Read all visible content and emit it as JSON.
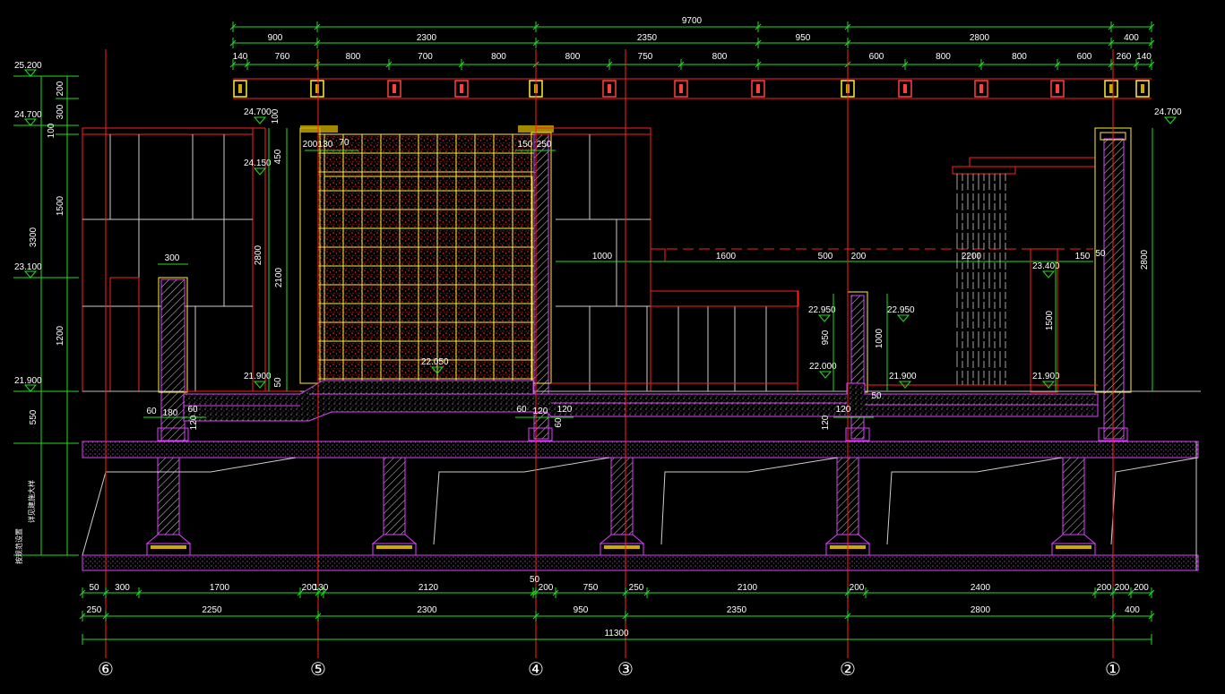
{
  "colors": {
    "background": "#000000",
    "dimension": "#22dd22",
    "outline": "#ff2020",
    "finish": "#ffee33",
    "structure": "#e040ff",
    "text": "#ffffff"
  },
  "top_dims": {
    "overall": "9700",
    "row1": [
      "900",
      "2300",
      "2350",
      "950",
      "2800",
      "400"
    ],
    "row2": [
      "140",
      "760",
      "800",
      "700",
      "800",
      "800",
      "750",
      "800",
      "600",
      "800",
      "800",
      "600",
      "260",
      "140"
    ]
  },
  "bottom_dims": {
    "row1": [
      "50",
      "300",
      "1700",
      "200",
      "130",
      "2120",
      "50",
      "200",
      "750",
      "250",
      "2100",
      "200",
      "2400",
      "200",
      "200",
      "200"
    ],
    "row2": [
      "250",
      "2250",
      "2300",
      "950",
      "2350",
      "2800",
      "400"
    ],
    "overall": "11300"
  },
  "grid_labels": [
    "⑥",
    "⑤",
    "④",
    "③",
    "②",
    "①"
  ],
  "left_levels": [
    "25.200",
    "24.700",
    "23.100",
    "21.900"
  ],
  "left_dims": [
    "200",
    "300",
    "100",
    "3300",
    "1500",
    "1200",
    "550"
  ],
  "left_notes": [
    "详见建施大样",
    "按规范设置"
  ],
  "elevations": [
    "24.700",
    "24.150",
    "21.900",
    "22.050",
    "22.950",
    "22.000",
    "22.950",
    "21.900",
    "23.400",
    "21.900",
    "24.700"
  ],
  "inner_dims": [
    "300",
    "100",
    "450",
    "2800",
    "2100",
    "50",
    "200",
    "130",
    "70",
    "150",
    "250",
    "1000",
    "1600",
    "500",
    "200",
    "2200",
    "150",
    "50",
    "2800",
    "950",
    "1000",
    "1500",
    "60",
    "180",
    "60",
    "120",
    "60",
    "120",
    "60",
    "120",
    "120",
    "120",
    "50"
  ]
}
